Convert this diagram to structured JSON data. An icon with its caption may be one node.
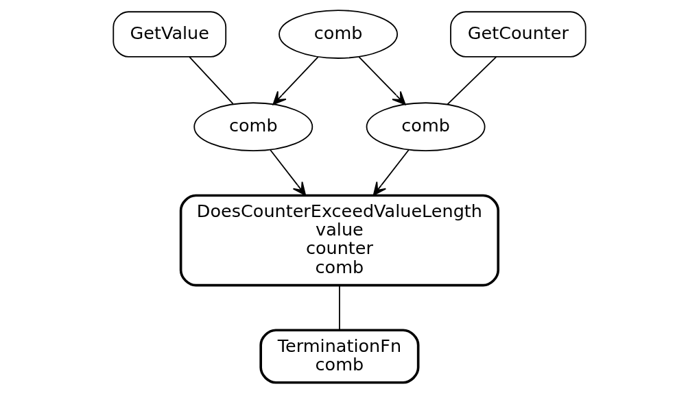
{
  "diagram": {
    "nodes": [
      {
        "text": [
          "comb"
        ]
      },
      {
        "text": [
          "GetCounter"
        ]
      },
      {
        "text": [
          "GetValue"
        ]
      },
      {
        "text": [
          "comb"
        ]
      },
      {
        "text": [
          "comb"
        ]
      },
      {
        "text": [
          "DoesCounterExceedValueLength",
          "value",
          "counter",
          "comb"
        ]
      },
      {
        "text": [
          "TerminationFn",
          "comb"
        ]
      }
    ],
    "edges": [
      {
        "from": 0,
        "to": 3,
        "arrow": "to"
      },
      {
        "from": 0,
        "to": 4,
        "arrow": "to"
      },
      {
        "from": 1,
        "to": 4,
        "arrow": "none"
      },
      {
        "from": 2,
        "to": 3,
        "arrow": "none"
      },
      {
        "from": 3,
        "to": 5,
        "arrow": "to"
      },
      {
        "from": 4,
        "to": 5,
        "arrow": "to"
      },
      {
        "from": 5,
        "to": 6,
        "arrow": "none"
      }
    ]
  }
}
